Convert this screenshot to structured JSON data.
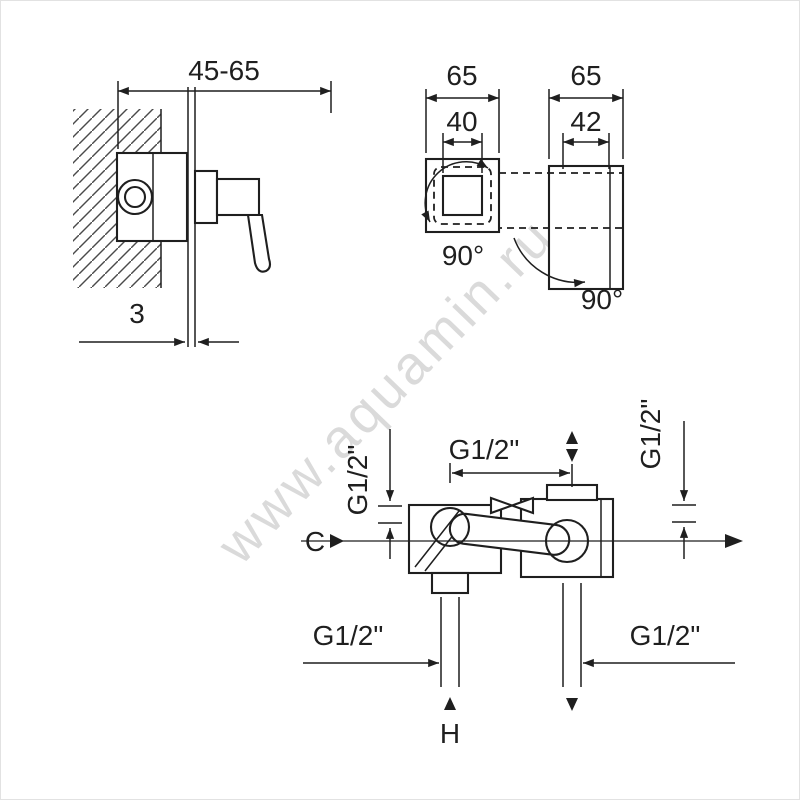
{
  "watermark": {
    "text": "www.aquamin.ru"
  },
  "side_view": {
    "installation_depth": "45-65",
    "plate_thickness": "3"
  },
  "front_view": {
    "left_handle_width": "65",
    "right_handle_width": "65",
    "left_cutout": "40",
    "right_cutout": "42",
    "left_rotation": "90°",
    "right_rotation": "90°"
  },
  "plan_view": {
    "thread_left": "G1/2\"",
    "thread_top": "G1/2\"",
    "thread_right": "G1/2\"",
    "thread_bottom_left": "G1/2\"",
    "thread_bottom_right": "G1/2\"",
    "cold_inlet": "C",
    "hot_inlet": "H"
  },
  "colors": {
    "line": "#1f1f1f",
    "watermark": "#c2c2c2",
    "background": "#ffffff"
  }
}
